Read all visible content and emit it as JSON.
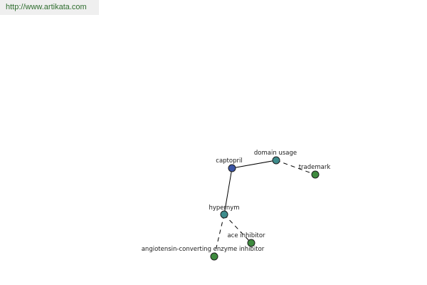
{
  "source_url": "http://www.artikata.com",
  "graph": {
    "nodes": [
      {
        "id": "captopril",
        "label": "captopril",
        "color": "#3b55a6"
      },
      {
        "id": "domain-usage",
        "label": "domain usage",
        "color": "#3e8c8c"
      },
      {
        "id": "trademark",
        "label": "trademark",
        "color": "#3e8a3e"
      },
      {
        "id": "hypernym",
        "label": "hypernym",
        "color": "#3e8c8c"
      },
      {
        "id": "ace-inhibitor",
        "label": "ace inhibitor",
        "color": "#3e8a3e"
      },
      {
        "id": "angiotensin-converting-enzyme-inhibitor",
        "label": "angiotensin-converting enzyme inhibitor",
        "color": "#3e8a3e"
      }
    ],
    "edges": [
      {
        "from": "captopril",
        "to": "domain-usage",
        "style": "solid"
      },
      {
        "from": "domain-usage",
        "to": "trademark",
        "style": "dashed"
      },
      {
        "from": "captopril",
        "to": "hypernym",
        "style": "solid"
      },
      {
        "from": "hypernym",
        "to": "ace-inhibitor",
        "style": "dashed"
      },
      {
        "from": "hypernym",
        "to": "angiotensin-converting-enzyme-inhibitor",
        "style": "dashed"
      }
    ]
  }
}
